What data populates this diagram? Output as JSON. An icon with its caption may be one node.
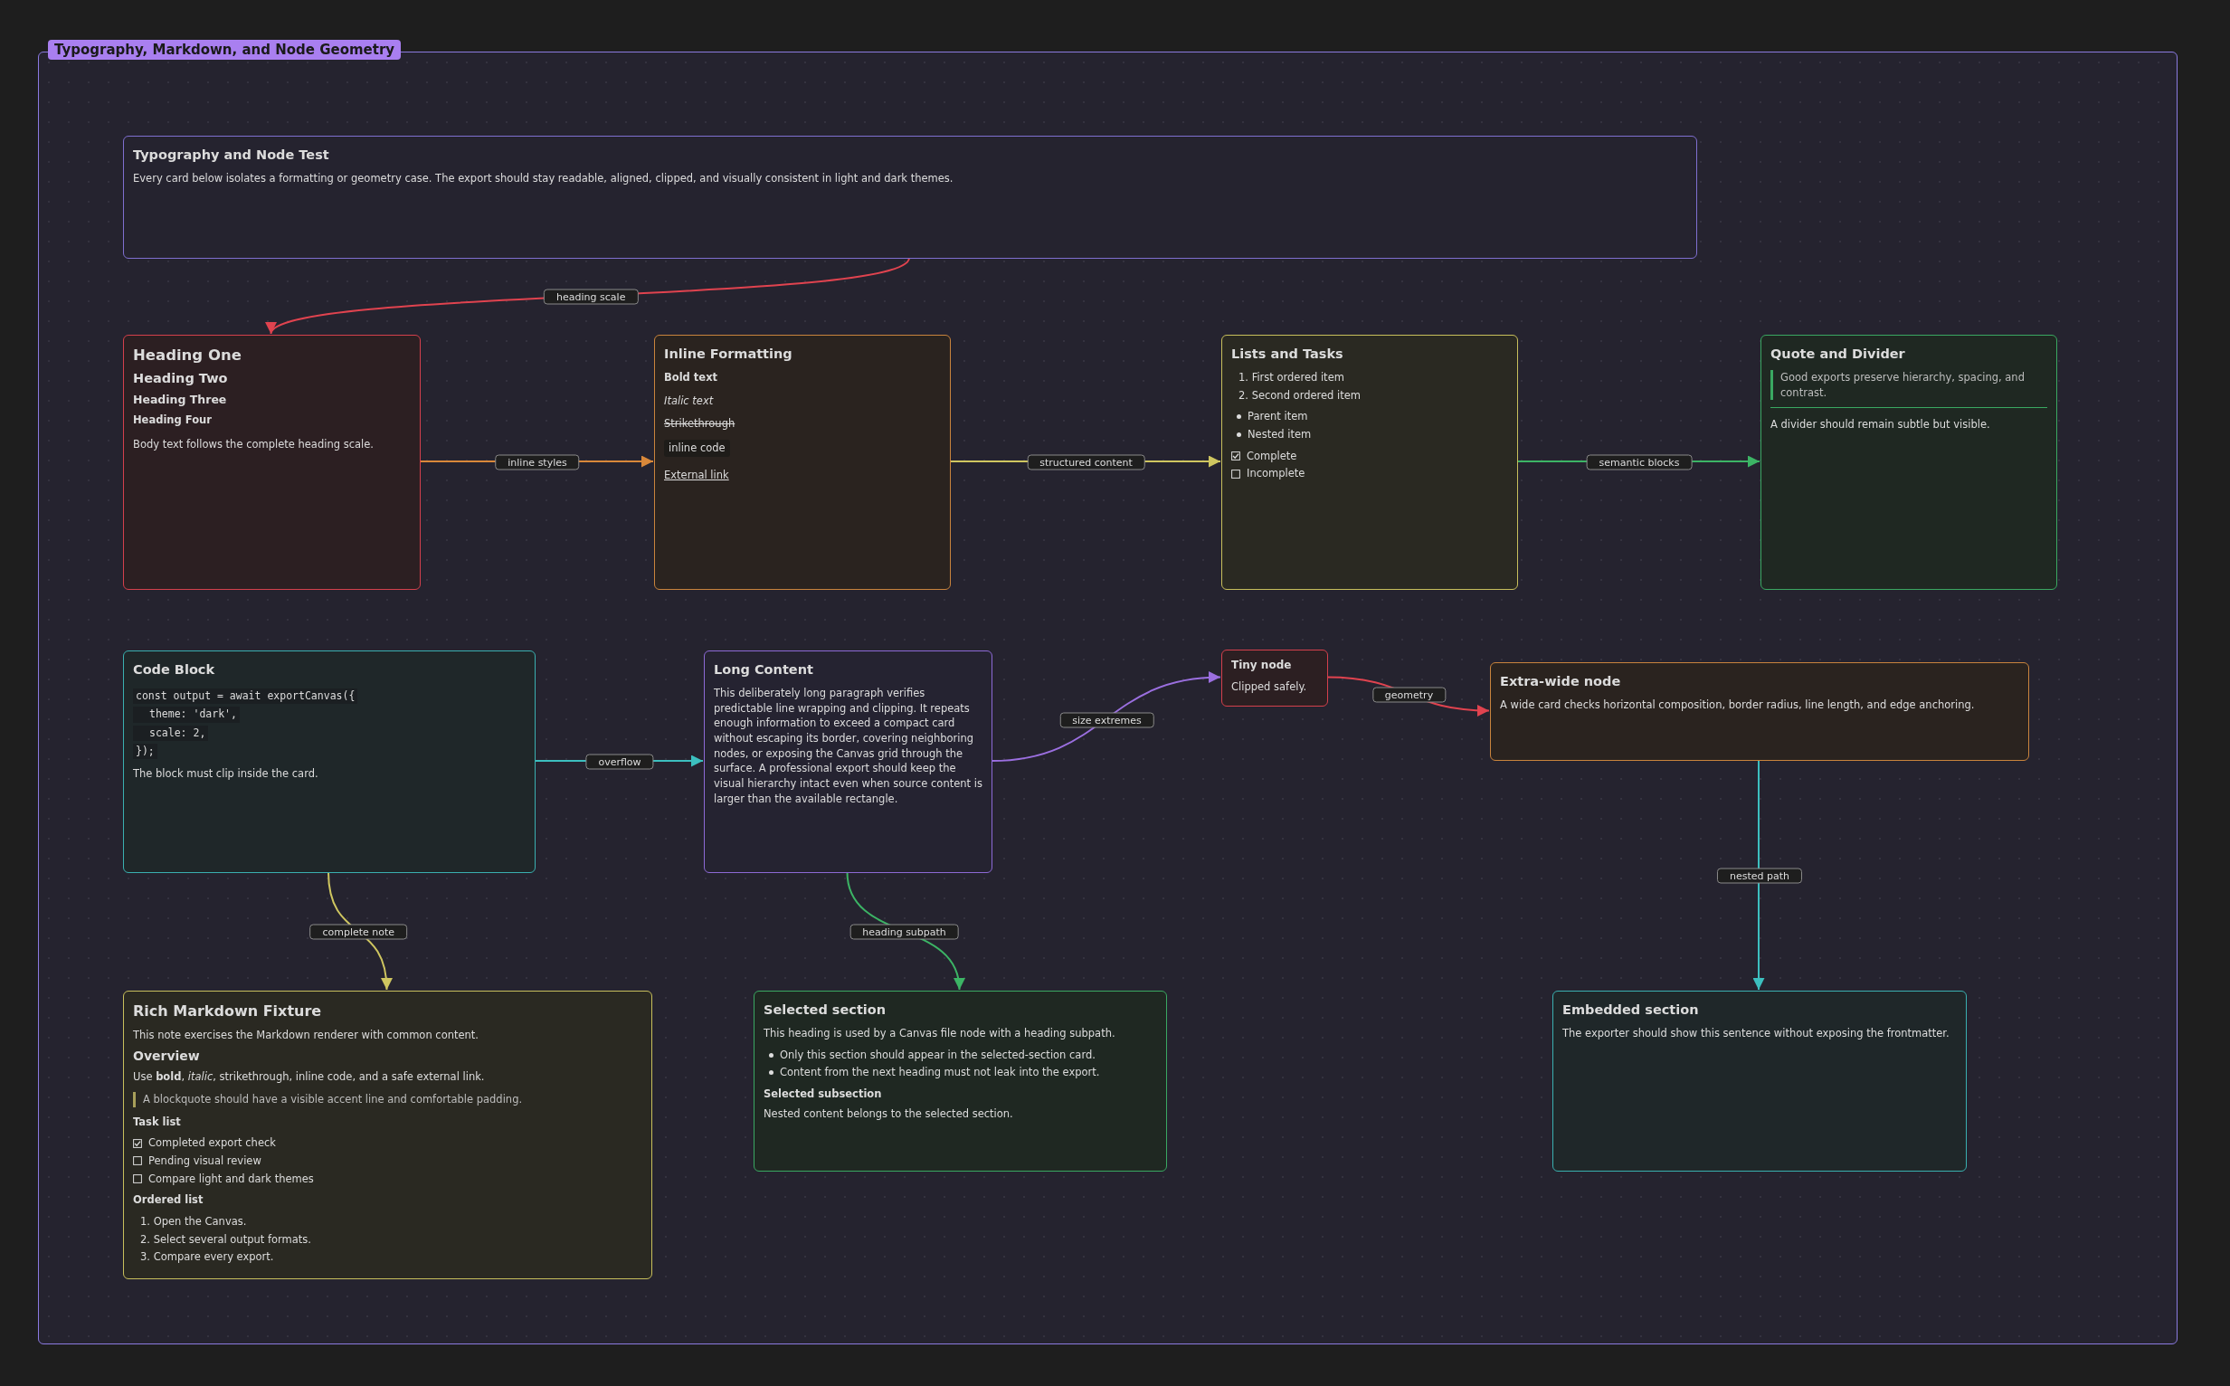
{
  "diagram": {
    "nodes": [
      {
        "text": [
          "Typography, Markdown, and Node Geometry"
        ]
      },
      {
        "text": [
          "Typography and Node Test",
          "Every card below isolates a formatting or geometry case. The export should stay readable, aligned, clipped, and visually consistent in light and dark themes."
        ],
        "in": 0
      },
      {
        "text": [
          "Heading One",
          "Heading Two",
          "Heading Three",
          "Heading Four",
          "Body text follows the complete heading scale."
        ],
        "in": 0
      },
      {
        "text": [
          "Inline Formatting",
          "Bold text",
          "Italic text",
          "Strikethrough",
          "inline code",
          "External link"
        ],
        "in": 0
      },
      {
        "text": [
          "Lists and Tasks",
          "1. First ordered item",
          "2. Second ordered item",
          "Parent item",
          "Nested item",
          "Complete",
          "Incomplete"
        ],
        "in": 0
      },
      {
        "text": [
          "Quote and Divider",
          "Good exports preserve hierarchy, spacing, and contrast.",
          "A divider should remain subtle but visible."
        ],
        "in": 0
      },
      {
        "text": [
          "Code Block",
          "const output = await exportCanvas({",
          "theme: 'dark',",
          "scale: 2,",
          "});",
          "The block must clip inside the card."
        ],
        "in": 0
      },
      {
        "text": [
          "Long Content",
          "This deliberately long paragraph verifies predictable line wrapping and clipping. It repeats enough information to exceed a compact card without escaping its border, covering neighboring nodes, or exposing the Canvas grid through the surface. A professional export should keep the visual hierarchy intact even when source content is larger than the available rectangle."
        ],
        "in": 0
      },
      {
        "text": [
          "Tiny node",
          "Clipped safely."
        ],
        "in": 0
      },
      {
        "text": [
          "Extra-wide node",
          "A wide card checks horizontal composition, border radius, line length, and edge anchoring."
        ],
        "in": 0
      },
      {
        "text": [
          "Rich Markdown Fixture",
          "This note exercises the Markdown renderer with common content.",
          "Overview",
          "Use **bold**, *italic*, strikethrough, inline code, and a safe external link.",
          "A blockquote should have a visible accent line and comfortable padding.",
          "Task list",
          "Completed export check",
          "Pending visual review",
          "Compare light and dark themes",
          "Ordered list",
          "1. Open the Canvas.",
          "2. Select several output formats.",
          "3. Compare every export."
        ],
        "in": 0
      },
      {
        "text": [
          "Selected section",
          "This heading is used by a Canvas file node with a heading subpath.",
          "Only this section should appear in the selected-section card.",
          "Content from the next heading must not leak into the export.",
          "Selected subsection",
          "Nested content belongs to the selected section."
        ],
        "in": 0
      },
      {
        "text": [
          "Embedded section",
          "The exporter should show this sentence without exposing the frontmatter."
        ],
        "in": 0
      }
    ],
    "edges": [
      {
        "from": 1,
        "to": 2,
        "arrow": "to",
        "label": "heading scale",
        "color": "#e0434f"
      },
      {
        "from": 2,
        "to": 3,
        "arrow": "to",
        "label": "inline styles",
        "color": "#d9883a"
      },
      {
        "from": 3,
        "to": 4,
        "arrow": "to",
        "label": "structured content",
        "color": "#cfc660"
      },
      {
        "from": 4,
        "to": 5,
        "arrow": "to",
        "label": "semantic blocks",
        "color": "#3cb465"
      },
      {
        "from": 6,
        "to": 7,
        "arrow": "to",
        "label": "overflow",
        "color": "#3cbfbf"
      },
      {
        "from": 7,
        "to": 8,
        "arrow": "to",
        "label": "size extremes",
        "color": "#9b6fe0"
      },
      {
        "from": 8,
        "to": 9,
        "arrow": "to",
        "label": "geometry",
        "color": "#e0434f"
      },
      {
        "from": 9,
        "to": 12,
        "arrow": "to",
        "label": "nested path",
        "color": "#3cbfbf"
      },
      {
        "from": 6,
        "to": 10,
        "arrow": "to",
        "label": "complete note",
        "color": "#cfc660"
      },
      {
        "from": 7,
        "to": 11,
        "arrow": "to",
        "label": "heading subpath",
        "color": "#3cb465"
      }
    ]
  }
}
